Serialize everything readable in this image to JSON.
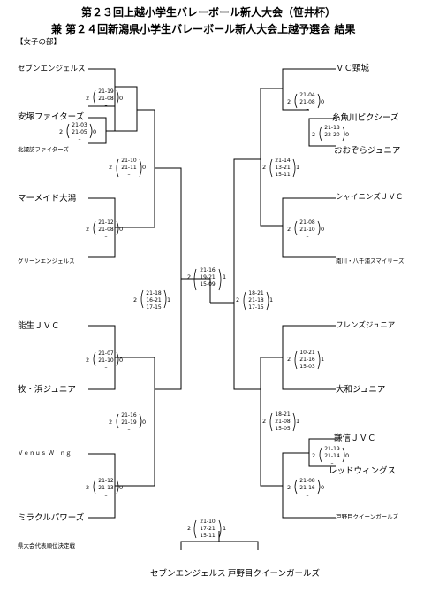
{
  "title_line1": "第２３回上越小学生バレーボール新人大会（笹井杯）",
  "title_line2": "兼 第２４回新潟県小学生バレーボール新人大会上越予選会 結果",
  "section": "【女子の部】",
  "left_teams": [
    "セブンエンジェルス",
    "安塚ファイターズ",
    "北諏訪ファイターズ",
    "マーメイド大潟",
    "グリーンエンジェルス",
    "能生ＪＶＣ",
    "牧・浜ジュニア",
    "Ｖｅｎｕｓ Ｗｉｎｇ",
    "ミラクルパワーズ"
  ],
  "right_teams": [
    "ＶＣ頸城",
    "糸魚川ピクシーズ",
    "おおぞらジュニア",
    "シャイニンズＪＶＣ",
    "南川・八千浦スマイリーズ",
    "フレンズジュニア",
    "大和ジュニア",
    "謙信ＪＶＣ",
    "レッドウィングス",
    "戸野目クイーンガールズ"
  ],
  "matches": {
    "l1": {
      "sets": [
        "21-19",
        "21-08",
        "–"
      ],
      "w": "2",
      "l": "0"
    },
    "l2": {
      "sets": [
        "21-03",
        "21-05",
        "–"
      ],
      "w": "2",
      "l": "0"
    },
    "l3": {
      "sets": [
        "21-10",
        "21-11",
        "–"
      ],
      "w": "2",
      "l": "0"
    },
    "l4": {
      "sets": [
        "21-12",
        "21-08",
        "–"
      ],
      "w": "2",
      "l": "0"
    },
    "l5": {
      "sets": [
        "21-18",
        "16-21",
        "17-15"
      ],
      "w": "2",
      "l": "1"
    },
    "l6": {
      "sets": [
        "21-07",
        "21-10",
        "–"
      ],
      "w": "2",
      "l": "0"
    },
    "l7": {
      "sets": [
        "21-16",
        "21-19",
        "–"
      ],
      "w": "2",
      "l": "0"
    },
    "l8": {
      "sets": [
        "21-12",
        "21-13",
        "–"
      ],
      "w": "2",
      "l": "0"
    },
    "final": {
      "sets": [
        "21-16",
        "19-21",
        "15-09"
      ],
      "w": "2",
      "l": "1"
    },
    "r1": {
      "sets": [
        "21-04",
        "21-08",
        "–"
      ],
      "w": "2",
      "l": "0"
    },
    "r2": {
      "sets": [
        "21-18",
        "22-20",
        "–"
      ],
      "w": "2",
      "l": "0"
    },
    "r3": {
      "sets": [
        "21-14",
        "13-21",
        "15-11"
      ],
      "w": "2",
      "l": "1"
    },
    "r4": {
      "sets": [
        "21-08",
        "21-10",
        "–"
      ],
      "w": "2",
      "l": "0"
    },
    "r5": {
      "sets": [
        "18-21",
        "21-18",
        "17-15"
      ],
      "w": "2",
      "l": "1"
    },
    "r6": {
      "sets": [
        "10-21",
        "21-16",
        "15-03"
      ],
      "w": "2",
      "l": "1"
    },
    "r7": {
      "sets": [
        "18-21",
        "21-08",
        "15-05"
      ],
      "w": "2",
      "l": "1"
    },
    "r8": {
      "sets": [
        "21-19",
        "21-14",
        "–"
      ],
      "w": "2",
      "l": "0"
    },
    "r9": {
      "sets": [
        "21-08",
        "21-16",
        "–"
      ],
      "w": "2",
      "l": "0"
    },
    "playoff": {
      "sets": [
        "21-10",
        "17-21",
        "15-11"
      ],
      "w": "2",
      "l": "1"
    }
  },
  "playoff_label": "県大会代表順位決定戦",
  "playoff_teams": [
    "セブンエンジェルス",
    "戸野目クイーンガールズ"
  ]
}
